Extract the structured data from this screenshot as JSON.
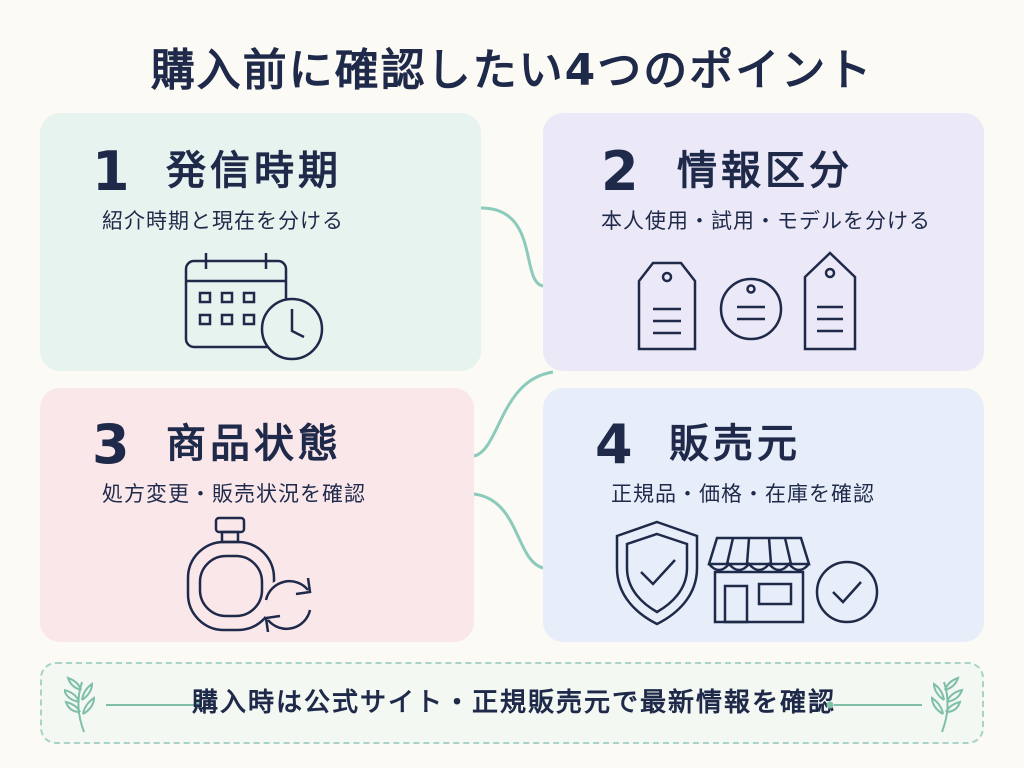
{
  "title": "購入前に確認したい4つのポイント",
  "cards": [
    {
      "number": "1",
      "heading": "発信時期",
      "subtitle": "紹介時期と現在を分ける",
      "icons": [
        "calendar-icon",
        "clock-icon"
      ],
      "color": "#e6f3ee"
    },
    {
      "number": "2",
      "heading": "情報区分",
      "subtitle": "本人使用・試用・モデルを分ける",
      "icons": [
        "tag-icon",
        "round-tag-icon",
        "tag-icon"
      ],
      "color": "#ebe8f7"
    },
    {
      "number": "3",
      "heading": "商品状態",
      "subtitle": "処方変更・販売状況を確認",
      "icons": [
        "perfume-bottle-icon",
        "refresh-icon"
      ],
      "color": "#fae7ea"
    },
    {
      "number": "4",
      "heading": "販売元",
      "subtitle": "正規品・価格・在庫を確認",
      "icons": [
        "shield-check-icon",
        "store-icon",
        "check-circle-icon"
      ],
      "color": "#e7eef9"
    }
  ],
  "footer": {
    "text": "購入時は公式サイト・正規販売元で最新情報を確認",
    "icons": [
      "leaf-icon",
      "leaf-icon"
    ]
  },
  "colors": {
    "text": "#1f2a4a",
    "accent": "#8ccbbb",
    "background": "#fbfaf4"
  }
}
